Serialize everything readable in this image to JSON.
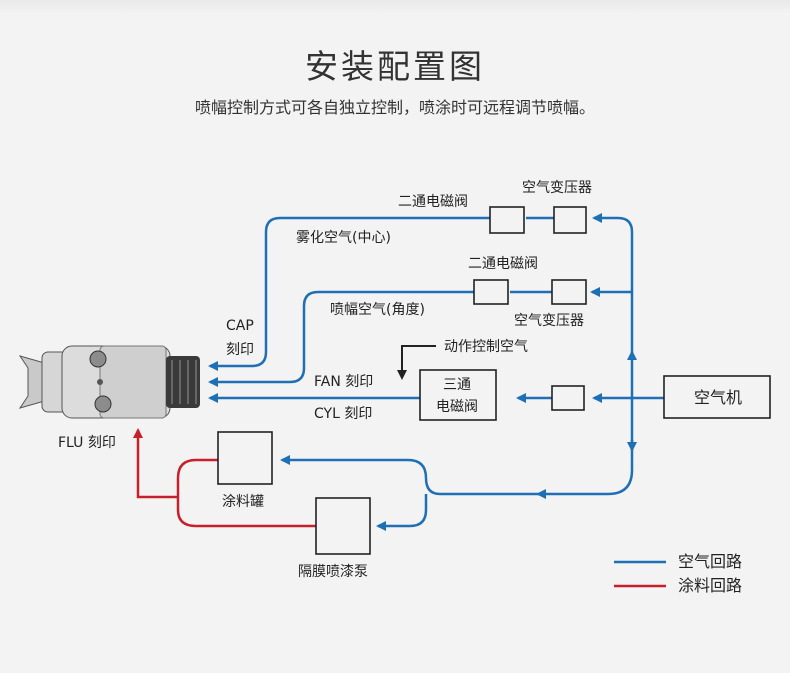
{
  "title": "安装配置图",
  "subtitle": "喷幅控制方式可各自独立控制，喷涂时可远程调节喷幅。",
  "colors": {
    "air": "#1f6fb6",
    "paint": "#c8202a",
    "box_border": "#222222"
  },
  "labels": {
    "valve_top": "二通电磁阀",
    "regulator_top": "空气变压器",
    "atomize_air": "雾化空气(中心)",
    "valve_mid": "二通电磁阀",
    "fan_air": "喷幅空气(角度)",
    "regulator_mid": "空气变压器",
    "action_air": "动作控制空气",
    "cap": "CAP",
    "cap_mark": "刻印",
    "fan_mark": "FAN 刻印",
    "cyl_mark": "CYL 刻印",
    "flu_mark": "FLU 刻印",
    "three_way_line1": "三通",
    "three_way_line2": "电磁阀",
    "compressor": "空气机",
    "paint_tank": "涂料罐",
    "pump": "隔膜喷漆泵"
  },
  "legend": [
    {
      "label": "空气回路",
      "color": "#1f6fb6"
    },
    {
      "label": "涂料回路",
      "color": "#c8202a"
    }
  ]
}
